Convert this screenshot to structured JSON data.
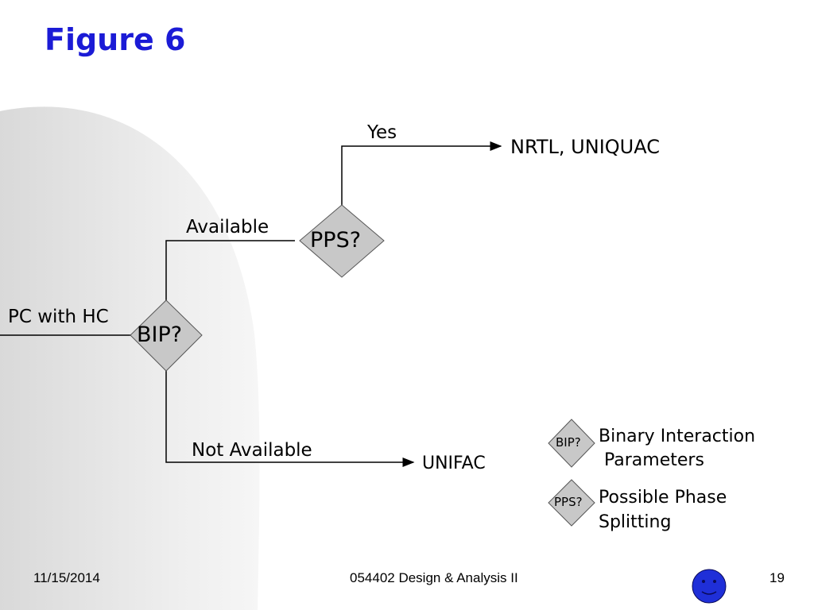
{
  "slide": {
    "title": "Figure 6",
    "footer": {
      "date": "11/15/2014",
      "course": "054402 Design & Analysis II",
      "page": "19"
    }
  },
  "diagram": {
    "start_label": "PC with HC",
    "decision_bip": "BIP?",
    "decision_pps": "PPS?",
    "edge_available": "Available",
    "edge_not_available": "Not Available",
    "edge_yes": "Yes",
    "result_top": "NRTL, UNIQUAC",
    "result_bottom": "UNIFAC"
  },
  "legend": {
    "bip_symbol": "BIP?",
    "bip_line1": "Binary Interaction",
    "bip_line2": " Parameters",
    "pps_symbol": "PPS?",
    "pps_line1": "Possible Phase",
    "pps_line2": "Splitting"
  },
  "colors": {
    "title": "#1b1bd6",
    "diamond_fill": "#c8c8c8",
    "line": "#000000",
    "smiley": "#1f2fd8"
  }
}
